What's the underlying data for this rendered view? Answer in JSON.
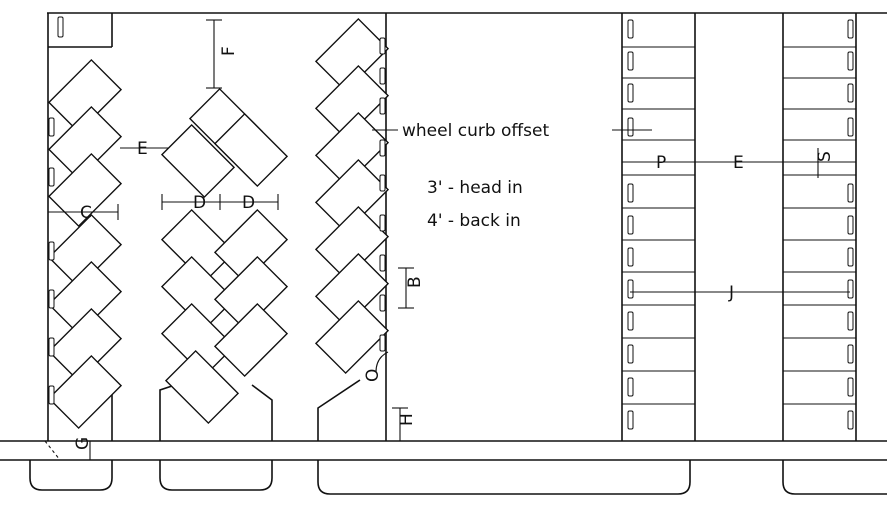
{
  "notes": {
    "line1": "3' - head in",
    "line2": "4' - back in",
    "curb_offset": "wheel curb offset"
  },
  "labels": {
    "E": "E",
    "F": "F",
    "C": "C",
    "D": "D",
    "B": "B",
    "O": "O",
    "H": "H",
    "G": "G",
    "P": "P",
    "S": "S",
    "J": "J"
  }
}
